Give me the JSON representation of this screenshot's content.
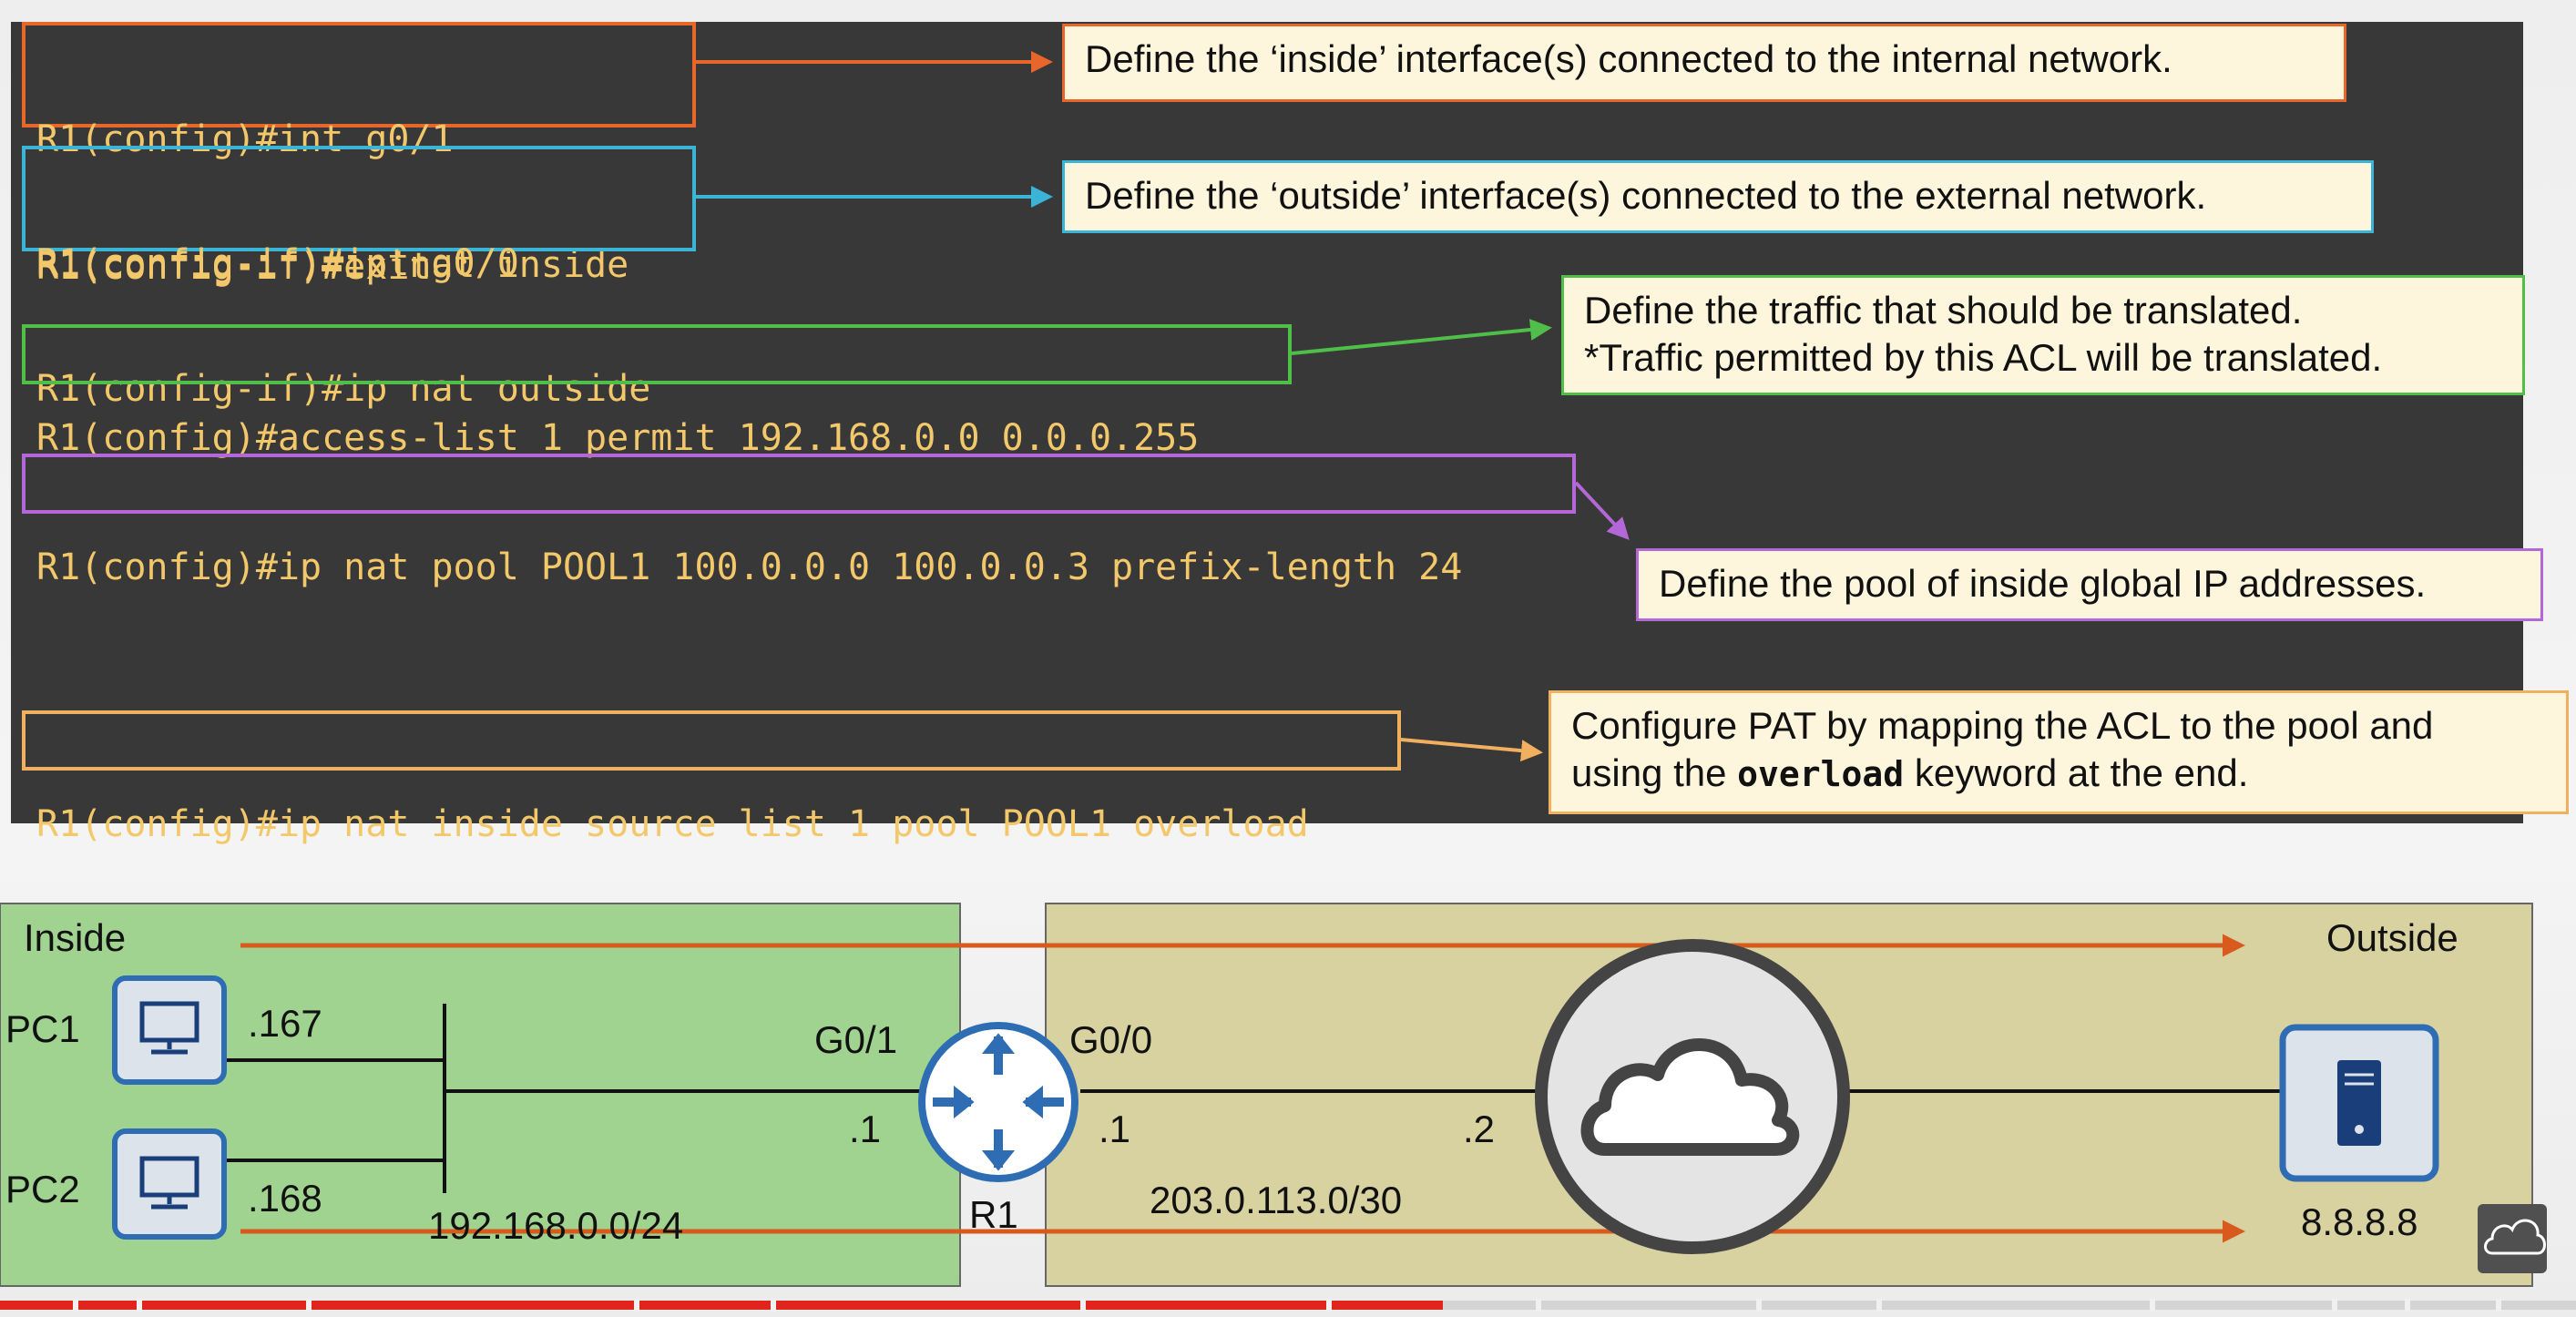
{
  "commands": {
    "inside_1": "R1(config)#int g0/1",
    "inside_2": "R1(config-if)#ip nat inside",
    "outside_1": "R1(config-if)#int g0/0",
    "outside_2": "R1(config-if)#ip nat outside",
    "exit": "R1(config-if)#exit",
    "acl": "R1(config)#access-list 1 permit 192.168.0.0 0.0.0.255",
    "pool": "R1(config)#ip nat pool POOL1 100.0.0.0 100.0.0.3 prefix-length 24",
    "pat": "R1(config)#ip nat inside source list 1 pool POOL1 overload"
  },
  "callouts": {
    "inside": "Define the ‘inside’ interface(s) connected to the internal network.",
    "outside": "Define the ‘outside’ interface(s) connected to the external network.",
    "acl_1": "Define the traffic that should be translated.",
    "acl_2": "*Traffic permitted by this ACL will be translated.",
    "pool": "Define the pool of inside global IP addresses.",
    "pat_1": "Configure PAT by mapping the ACL to the pool and",
    "pat_2_pre": "using the ",
    "pat_2_kw": "overload",
    "pat_2_post": " keyword at the end."
  },
  "diagram": {
    "inside_label": "Inside",
    "outside_label": "Outside",
    "pc1": "PC1",
    "pc2": "PC2",
    "pc1_ip": ".167",
    "pc2_ip": ".168",
    "inside_net": "192.168.0.0/24",
    "r1_g01": "G0/1",
    "r1_g01_ip": ".1",
    "r1_g00": "G0/0",
    "r1_g00_ip": ".1",
    "router": "R1",
    "isp_ip": ".2",
    "outside_net": "203.0.113.0/30",
    "server_ip": "8.8.8.8"
  },
  "colors": {
    "terminal_bg": "#383838",
    "command_text": "#f3c86b",
    "orange": "#e8662a",
    "blue": "#3bb4d6",
    "green": "#4fbf4a",
    "purple": "#b468d8",
    "light_orange": "#f0b060",
    "inside_zone": "#9fd38f",
    "outside_zone": "#d8d1a0",
    "router_blue": "#2e6db3",
    "traffic_arrow": "#d85a1c"
  },
  "progress": {
    "played_fraction": 0.56
  }
}
